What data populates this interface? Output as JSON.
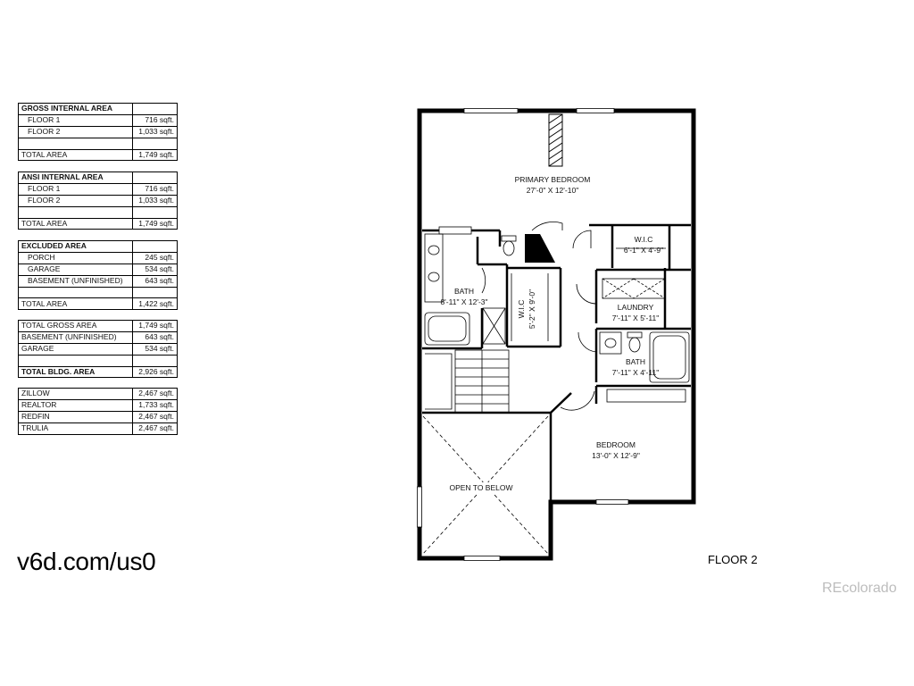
{
  "area_tables": [
    {
      "header": "GROSS INTERNAL AREA",
      "rows": [
        {
          "label": "FLOOR 1",
          "value": "716 sqft."
        },
        {
          "label": "FLOOR 2",
          "value": "1,033 sqft."
        },
        {
          "label": "",
          "value": ""
        },
        {
          "label": "TOTAL AREA",
          "value": "1,749 sqft."
        }
      ]
    },
    {
      "header": "ANSI INTERNAL AREA",
      "rows": [
        {
          "label": "FLOOR 1",
          "value": "716 sqft."
        },
        {
          "label": "FLOOR 2",
          "value": "1,033 sqft."
        },
        {
          "label": "",
          "value": ""
        },
        {
          "label": "TOTAL AREA",
          "value": "1,749 sqft."
        }
      ]
    },
    {
      "header": "EXCLUDED AREA",
      "rows": [
        {
          "label": "PORCH",
          "value": "245 sqft."
        },
        {
          "label": "GARAGE",
          "value": "534 sqft."
        },
        {
          "label": "BASEMENT (UNFINISHED)",
          "value": "643 sqft."
        },
        {
          "label": "",
          "value": ""
        },
        {
          "label": "TOTAL AREA",
          "value": "1,422 sqft."
        }
      ]
    },
    {
      "header": "",
      "rows": [
        {
          "label": "TOTAL GROSS AREA",
          "value": "1,749 sqft."
        },
        {
          "label": "BASEMENT (UNFINISHED)",
          "value": "643 sqft."
        },
        {
          "label": "GARAGE",
          "value": "534 sqft."
        },
        {
          "label": "",
          "value": ""
        },
        {
          "label": "TOTAL BLDG. AREA",
          "value": "2,926 sqft."
        }
      ]
    },
    {
      "header": "",
      "rows": [
        {
          "label": "ZILLOW",
          "value": "2,467 sqft."
        },
        {
          "label": "REALTOR",
          "value": "1,733 sqft."
        },
        {
          "label": "REDFIN",
          "value": "2,467 sqft."
        },
        {
          "label": "TRULIA",
          "value": "2,467 sqft."
        }
      ]
    }
  ],
  "rooms": {
    "primary_bedroom": {
      "name": "PRIMARY BEDROOM",
      "dims": "27'-0\" X 12'-10\""
    },
    "wic_primary": {
      "name": "W.I.C",
      "dims": "6'-1\" X 4'-9\""
    },
    "bath_primary": {
      "name": "BATH",
      "dims": "8'-11\" X 12'-3\""
    },
    "wic_bath": {
      "name": "W.I.C",
      "dims": "5'-2\" X 9'-0\""
    },
    "laundry": {
      "name": "LAUNDRY",
      "dims": "7'-11\" X 5'-11\""
    },
    "bath_secondary": {
      "name": "BATH",
      "dims": "7'-11\" X 4'-11\""
    },
    "bedroom": {
      "name": "BEDROOM",
      "dims": "13'-0\" X 12'-9\""
    },
    "open_below": {
      "name": "OPEN TO BELOW"
    }
  },
  "floor_label": "FLOOR 2",
  "watermark_left": "v6d.com/us0",
  "brand_watermark": "REcolorado"
}
